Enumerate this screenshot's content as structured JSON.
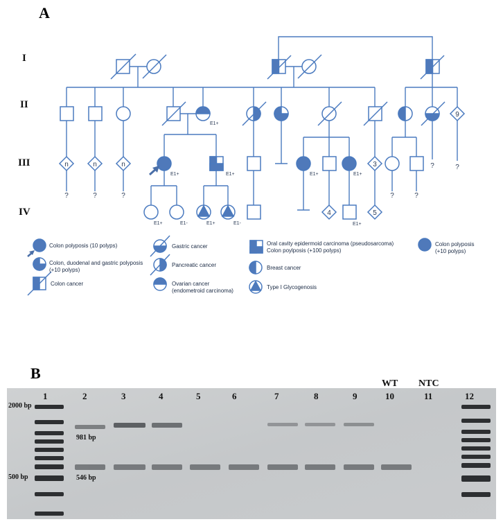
{
  "panels": {
    "a": "A",
    "b": "B"
  },
  "generations": [
    "I",
    "II",
    "III",
    "IV"
  ],
  "pedigree_labels": {
    "n": "n",
    "q": "?",
    "e1p": "E1+",
    "e1m": "E1-",
    "three": "3",
    "four": "4",
    "five": "5",
    "nine": "9"
  },
  "legend": {
    "colon_polyposis_10": "Colon polyposis (10 polyps)",
    "colon_duodenal_gastric": "Colon, duodenal and gastric polyposis\n(+10 polyps)",
    "colon_cancer": "Colon cancer",
    "gastric_cancer": "Gastric cancer",
    "pancreatic_cancer": "Pancreatic cancer",
    "ovarian_cancer": "Ovarian cancer\n(endometroid carcinoma)",
    "oral_cavity": "Oral cavity epidermoid carcinoma (pseudosarcoma)\nColon poylposis (+100 polyps)",
    "breast_cancer": "Breast cancer",
    "glycogenosis": "Type I Glycogenosis",
    "colon_polyposis_plus10": "Colon polyposis\n(+10 polyps)"
  },
  "gel": {
    "header_wt": "WT",
    "header_ntc": "NTC",
    "lanes": [
      "1",
      "2",
      "3",
      "4",
      "5",
      "6",
      "7",
      "8",
      "9",
      "10",
      "11",
      "12"
    ],
    "marker_top": "2000 bp",
    "marker_bottom": "500 bp",
    "band_upper": "981 bp",
    "band_lower": "546 bp"
  },
  "colors": {
    "pedigree": "#4a7abf",
    "fill": "#4f79ba",
    "gel_bg": "#c9ccce"
  }
}
